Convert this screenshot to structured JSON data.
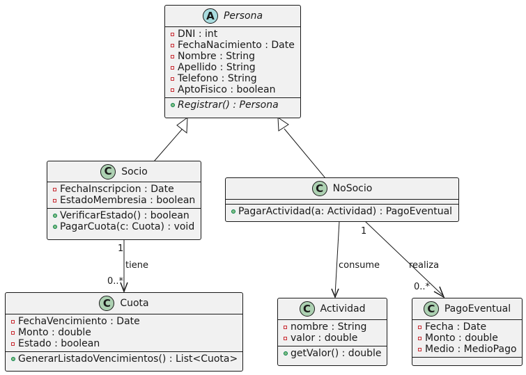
{
  "classes": {
    "persona": {
      "name": "Persona",
      "stereotype_icon": "A",
      "attributes": [
        "DNI : int",
        "FechaNacimiento : Date",
        "Nombre : String",
        "Apellido : String",
        "Telefono : String",
        "AptoFisico : boolean"
      ],
      "methods": [
        "Registrar() : Persona"
      ]
    },
    "socio": {
      "name": "Socio",
      "stereotype_icon": "C",
      "attributes": [
        "FechaInscripcion : Date",
        "EstadoMembresia : boolean"
      ],
      "methods": [
        "VerificarEstado() : boolean",
        "PagarCuota(c: Cuota) : void"
      ]
    },
    "nosocio": {
      "name": "NoSocio",
      "stereotype_icon": "C",
      "attributes": [],
      "methods": [
        "PagarActividad(a: Actividad) : PagoEventual"
      ]
    },
    "cuota": {
      "name": "Cuota",
      "stereotype_icon": "C",
      "attributes": [
        "FechaVencimiento : Date",
        "Monto : double",
        "Estado : boolean"
      ],
      "methods": [
        "GenerarListadoVencimientos() : List<Cuota>"
      ]
    },
    "actividad": {
      "name": "Actividad",
      "stereotype_icon": "C",
      "attributes": [
        "nombre : String",
        "valor : double"
      ],
      "methods": [
        "getValor() : double"
      ]
    },
    "pagoeventual": {
      "name": "PagoEventual",
      "stereotype_icon": "C",
      "attributes": [
        "Fecha : Date",
        "Monto : double",
        "Medio : MedioPago"
      ],
      "methods": []
    }
  },
  "relations": {
    "socio_cuota": {
      "label": "tiene",
      "source_mult": "1",
      "target_mult": "0..*"
    },
    "nosocio_actividad": {
      "label": "consume"
    },
    "nosocio_pago": {
      "label": "realiza",
      "source_mult": "1",
      "target_mult": "0..*"
    }
  },
  "colors": {
    "class_fill": "#f1f1f1",
    "border": "#181818",
    "class_badge": "#add1b2",
    "abstract_badge": "#a9dcdf",
    "private_marker": "#c82930",
    "public_marker": "#84be84"
  }
}
